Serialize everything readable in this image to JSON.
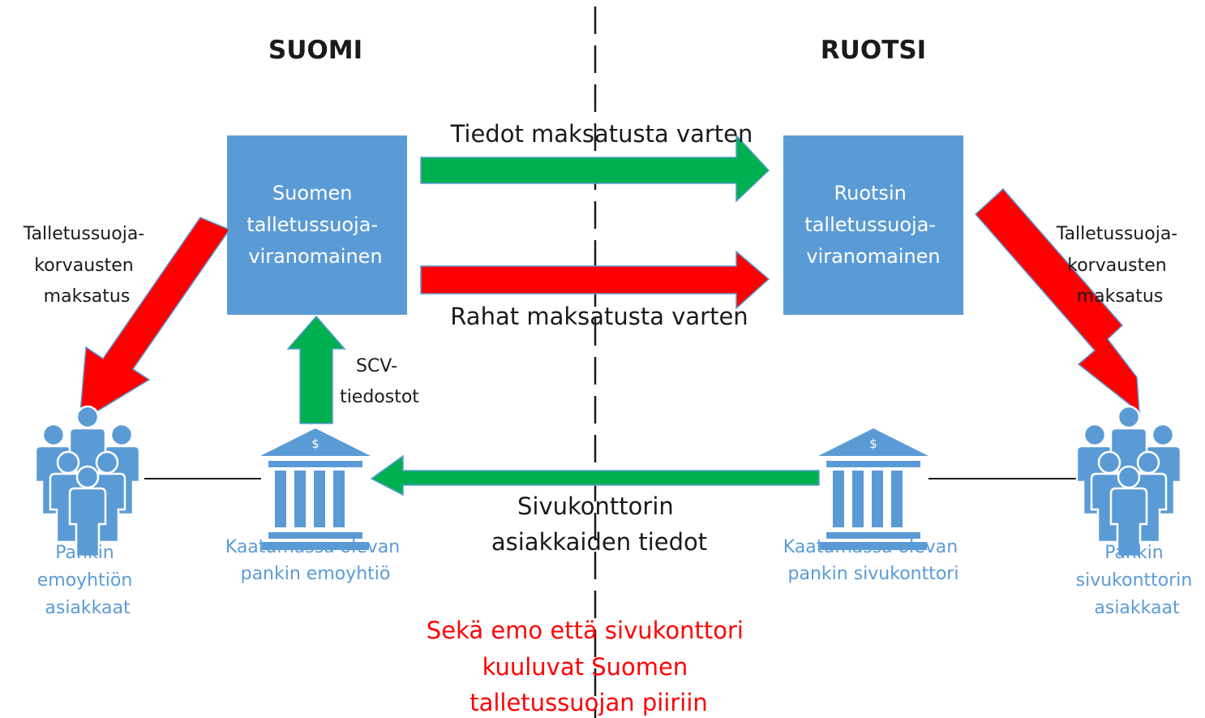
{
  "headers": {
    "left": "SUOMI",
    "right": "RUOTSI"
  },
  "boxes": {
    "finland": [
      "Suomen",
      "talletussuoja-",
      "viranomainen"
    ],
    "sweden": [
      "Ruotsin",
      "talletussuoja-",
      "viranomainen"
    ]
  },
  "arrows": {
    "info_for_payment": "Tiedot maksatusta varten",
    "money_for_payment": "Rahat maksatusta varten",
    "scv_files": [
      "SCV-",
      "tiedostot"
    ],
    "branch_customer_info": [
      "Sivukonttorin",
      "asiakkaiden tiedot"
    ],
    "compensation_left": [
      "Talletussuoja-",
      "korvausten",
      "maksatus"
    ],
    "compensation_right": [
      "Talletussuoja-",
      "korvausten",
      "maksatus"
    ]
  },
  "entities": {
    "parent_customers": [
      "Pankin",
      "emoyhtiön",
      "asiakkaat"
    ],
    "parent_bank": [
      "Kaatumassa olevan",
      "pankin emoyhtiö"
    ],
    "branch_bank": [
      "Kaatumassa olevan",
      "pankin sivukonttori"
    ],
    "branch_customers": [
      "Pankin",
      "sivukonttorin",
      "asiakkaat"
    ]
  },
  "icons": {
    "bank_symbol": "$"
  },
  "note": [
    "Sekä emo että sivukonttori",
    "kuuluvat Suomen",
    "talletussuojan piiriin"
  ],
  "colors": {
    "box_blue": "#5b9bd5",
    "icon_blue": "#5b9bd5",
    "arrow_green": "#00b050",
    "arrow_red": "#ff0000",
    "note_red": "#ff0000"
  }
}
